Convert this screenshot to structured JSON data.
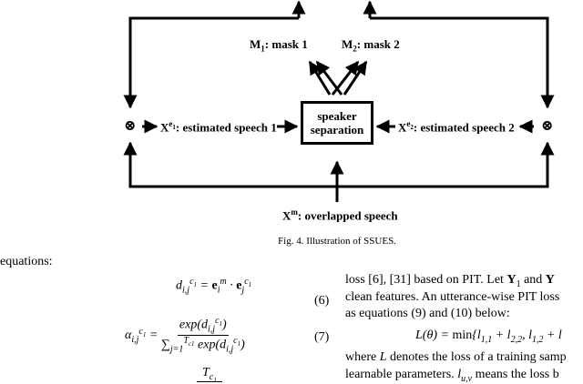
{
  "figure": {
    "box_line1": "speaker",
    "box_line2": "separation",
    "mask1": {
      "base": "M",
      "sub": "1",
      "text": ": mask 1"
    },
    "mask2": {
      "base": "M",
      "sub": "2",
      "text": ": mask 2"
    },
    "est1": {
      "base": "X",
      "sup": "e",
      "supsub": "1",
      "text": ": estimated speech 1"
    },
    "est2": {
      "base": "X",
      "sup": "e",
      "supsub": "2",
      "text": ": estimated speech 2"
    },
    "mix": {
      "base": "X",
      "sup": "m",
      "text": ": overlapped speech"
    },
    "otimes": "⊗",
    "caption": "Fig. 4.   Illustration of SSUES."
  },
  "left_col": {
    "intro": "equations:",
    "eq6_number": "(6)",
    "eq7_number": "(7)"
  },
  "right_col": {
    "line1": "loss [6], [31] based on PIT. Let",
    "line1_tail": "and",
    "line2": "clean features. An utterance-wise PIT loss",
    "line3": "as equations (9) and (10) below:",
    "line4_pre": "where",
    "line4_post": "denotes the loss of a training samp",
    "line5_pre": "learnable parameters.",
    "line5_post": "means the loss b"
  }
}
